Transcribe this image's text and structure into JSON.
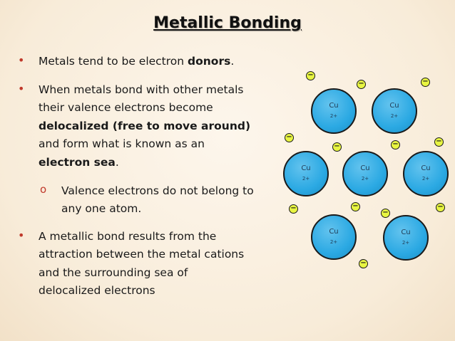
{
  "title": "Metallic Bonding",
  "bullet_symbol": "•",
  "sub_bullet_symbol": "o",
  "bullet1": {
    "before": "Metals tend to be electron ",
    "bold": "donors",
    "after": "."
  },
  "bullet2": {
    "line1": "When metals bond with other metals",
    "line2": "their valence electrons become",
    "line3_bold": "delocalized (free to move around)",
    "line4": "and form what is known as an",
    "line5_bold": "electron sea",
    "line5_after": "."
  },
  "sub_bullet": {
    "line1": "Valence electrons do not belong to",
    "line2": "any one atom."
  },
  "bullet3": {
    "line1": "A metallic bond results from the",
    "line2": "attraction between the metal cations",
    "line3": "and the surrounding sea of",
    "line4": "delocalized electrons"
  },
  "atom": {
    "symbol": "Cu",
    "charge": "2+"
  },
  "electron_symbol": "−"
}
